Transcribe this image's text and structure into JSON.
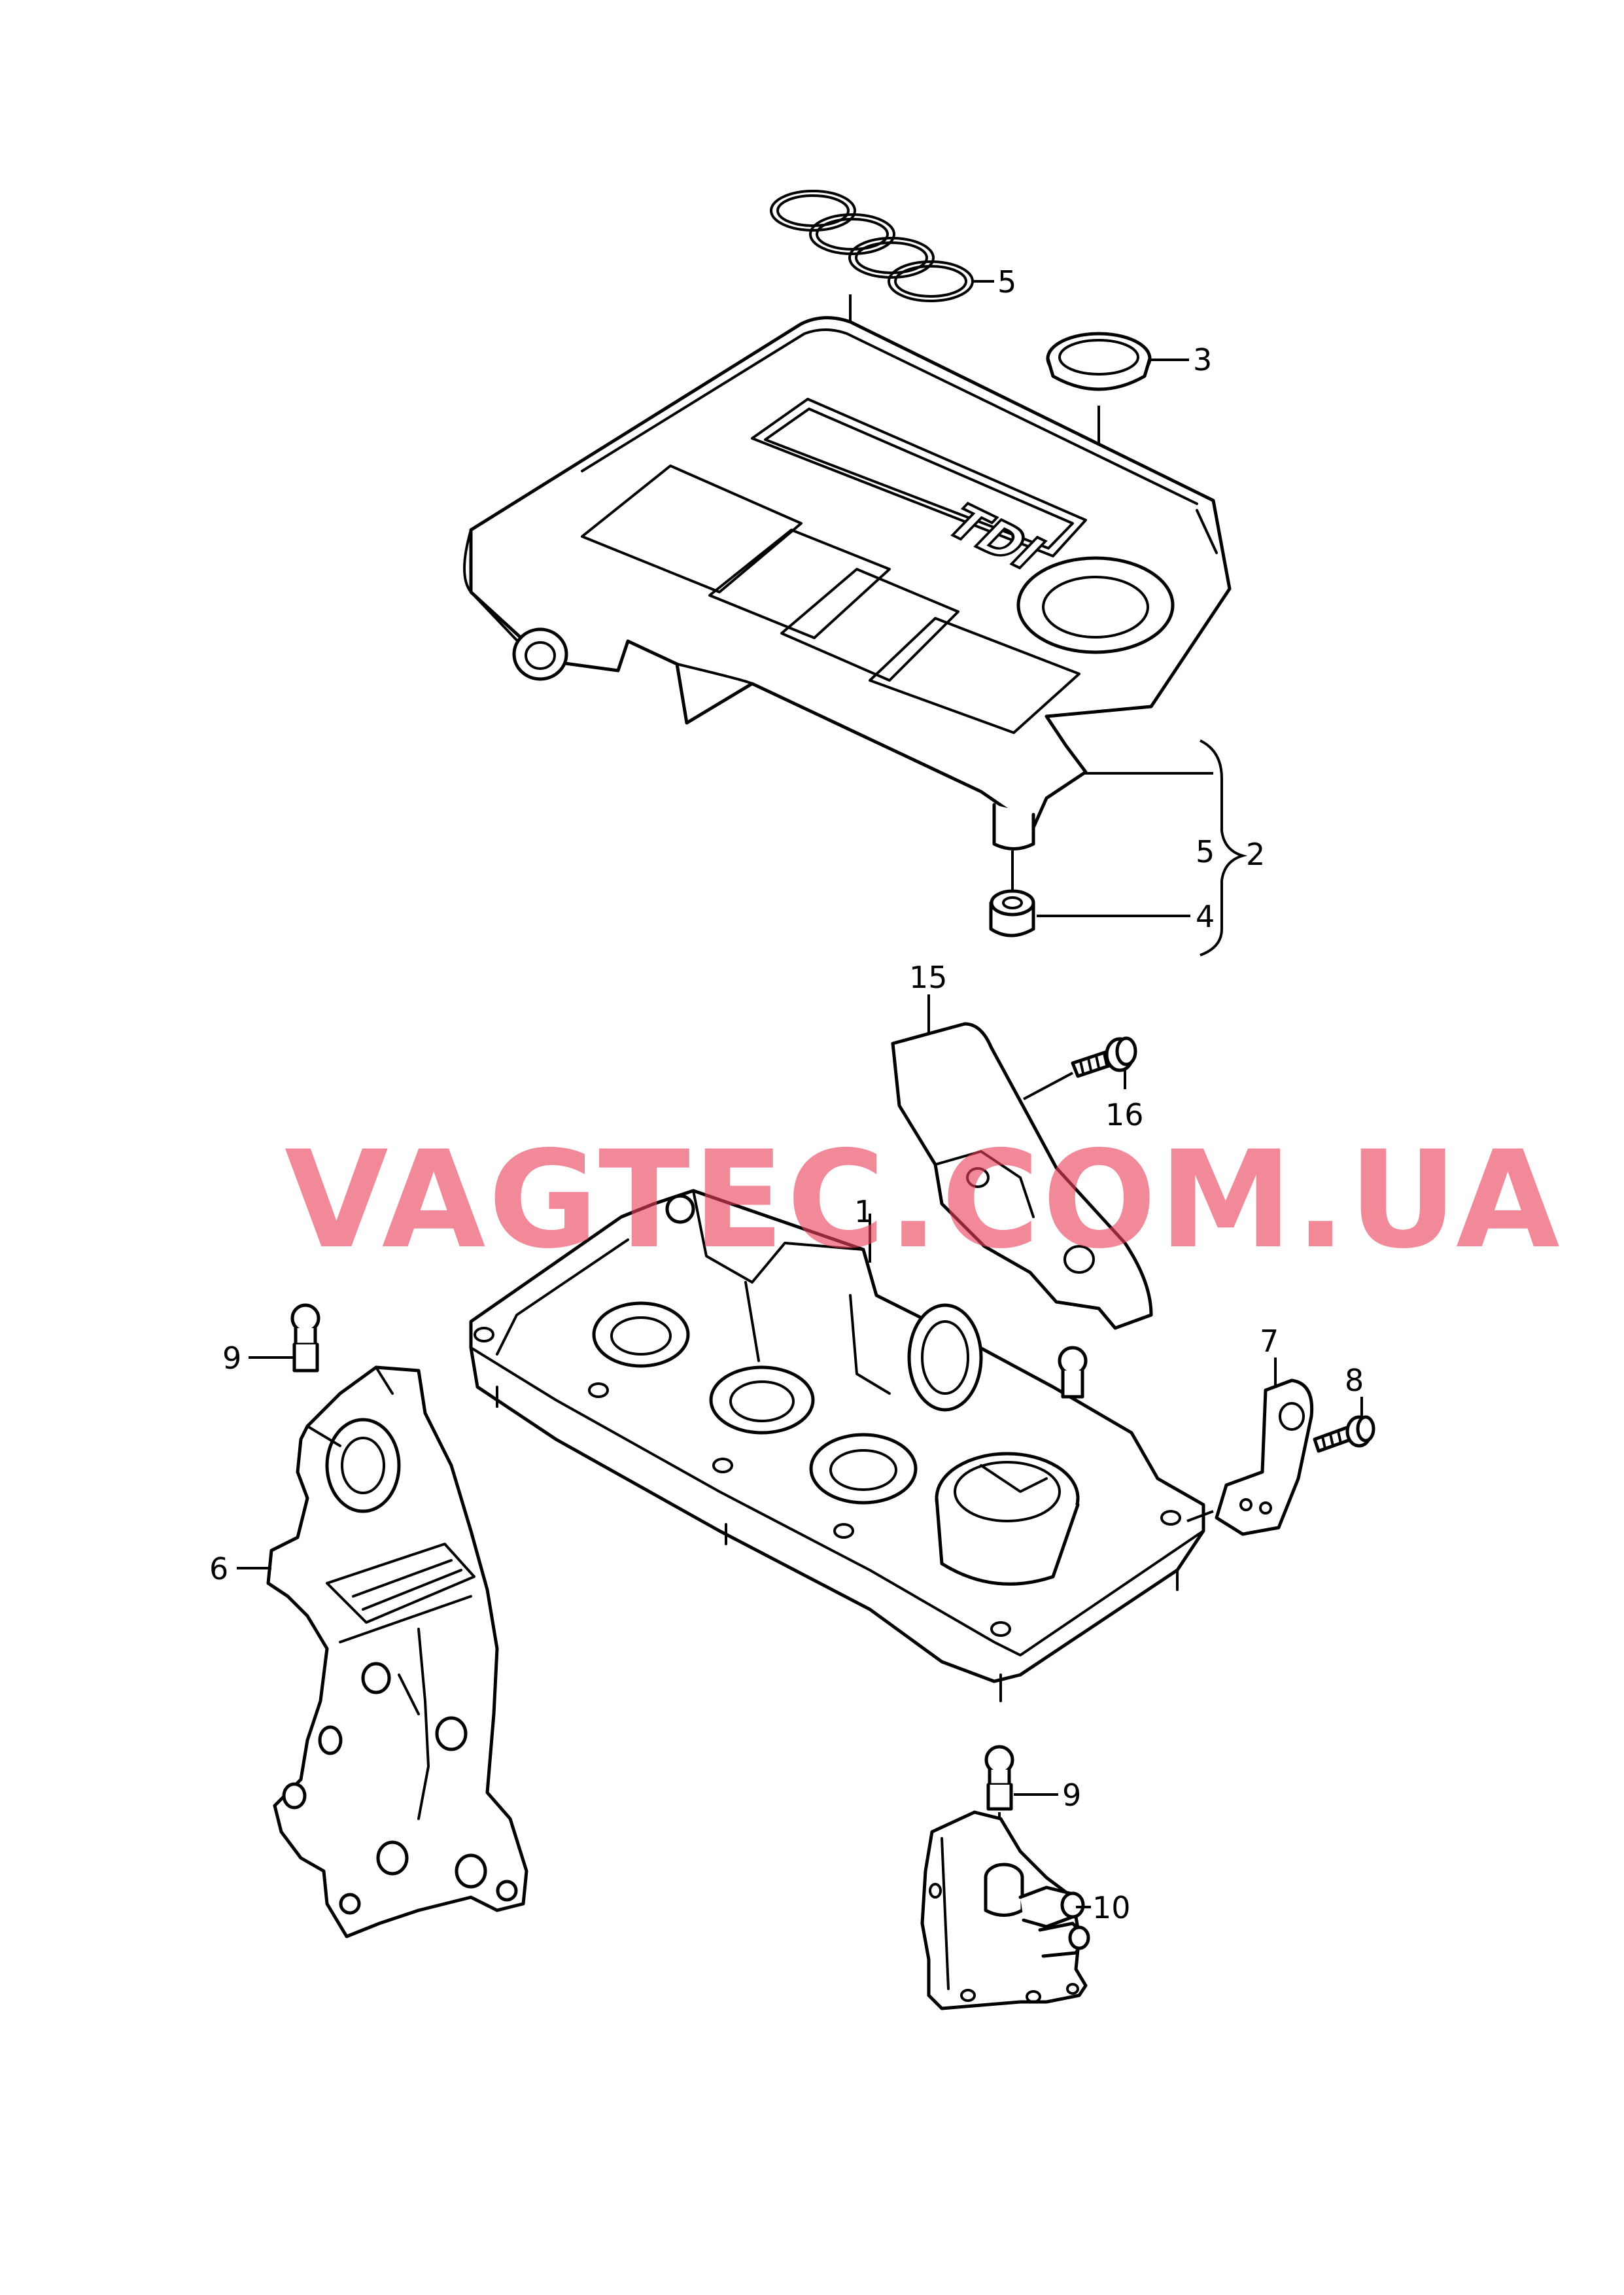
{
  "watermark": "VAGTEC.COM.UA",
  "cover_badge": "TDI",
  "callouts": {
    "c1": "1",
    "c2": "2",
    "c3": "3",
    "c4": "4",
    "c5_top": "5",
    "c5_side": "5",
    "c6": "6",
    "c7": "7",
    "c8": "8",
    "c9_top": "9",
    "c9_bottom": "9",
    "c10": "10",
    "c15": "15",
    "c16": "16"
  },
  "colors": {
    "line": "#000000",
    "background": "#ffffff",
    "watermark": "#e8405a"
  }
}
